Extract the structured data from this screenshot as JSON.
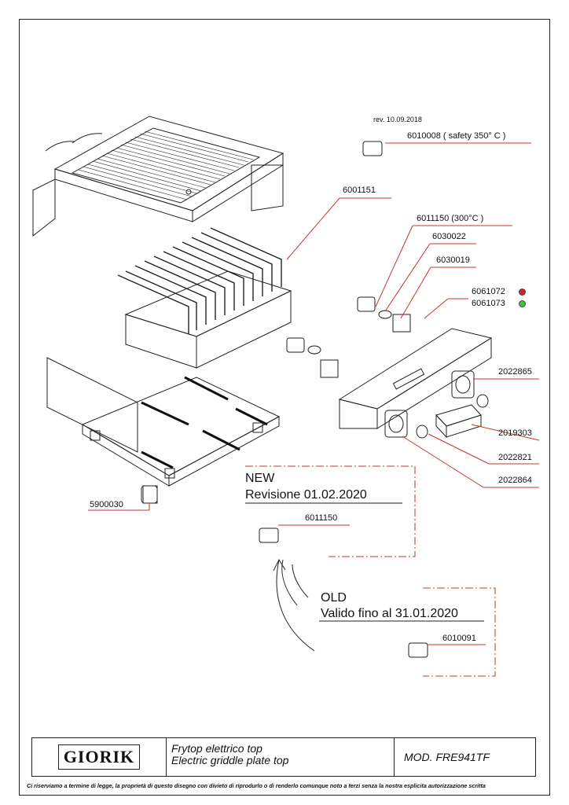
{
  "revision": "rev. 10.09.2018",
  "parts": {
    "p6010008": "6010008  ( safety 350° C )",
    "p6001151": "6001151",
    "p6011150_300": "6011150  (300°C )",
    "p6030022": "6030022",
    "p6030019": "6030019",
    "p6061072": "6061072",
    "p6061073": "6061073",
    "p2022865": "2022865",
    "p2019303": "2019303",
    "p2022821": "2022821",
    "p2022864": "2022864",
    "p5900030": "5900030",
    "p6011150": "6011150",
    "p6010091": "6010091"
  },
  "new_block": {
    "title": "NEW",
    "subtitle": "Revisione 01.02.2020"
  },
  "old_block": {
    "title": "OLD",
    "subtitle": "Valido fino al 31.01.2020"
  },
  "title_block": {
    "logo": "GIORIK",
    "desc_line1": "Frytop elettrico top",
    "desc_line2": "Electric griddle plate top",
    "model": "MOD. FRE941TF"
  },
  "footer": "Ci riserviamo a termine di legge, la proprietà di questo disegno con divieto di riprodurlo o di renderlo comunque noto a terzi senza la nostra esplicita autorizzazione scritta",
  "colors": {
    "leader": "#c0392b",
    "red_dot": "#e02020",
    "green_dot": "#3cc43c"
  }
}
